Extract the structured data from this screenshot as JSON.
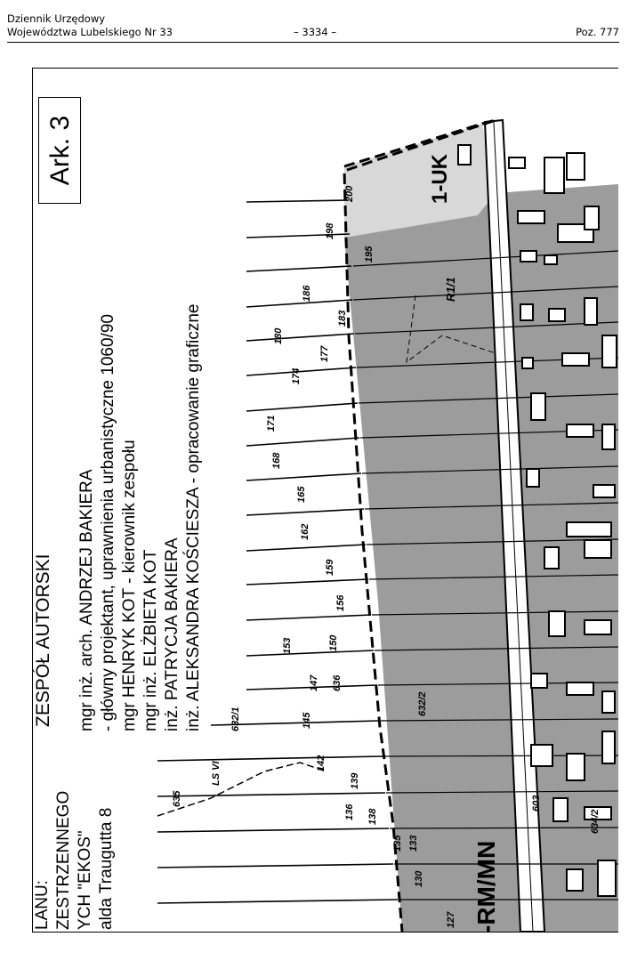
{
  "header": {
    "line1": "Dziennik Urzędowy",
    "line2": "Województwa Lubelskiego Nr 33",
    "page": "– 3334 –",
    "position": "Poz. 777"
  },
  "sheet_label": "Ark. 3",
  "authors": {
    "title": "ZESPÓŁ AUTORSKI",
    "lines": [
      "mgr inż. arch. ANDRZEJ BAKIERA",
      "- główny projektant, uprawnienia urbanistyczne 1060/90",
      "mgr HENRYK KOT - kierownik zespołu",
      "mgr inż. ELŻBIETA KOT",
      "inż. PATRYCJA BAKIERA",
      "inż. ALEKSANDRA KOŚCIESZA - opracowanie graficzne"
    ]
  },
  "plan_title_partial": [
    "LANU:",
    "ZESTRZENNEGO",
    "YCH \"EKOS\"",
    "alda Traugutta 8"
  ],
  "zones": {
    "uk": "1-UK",
    "rmmn": "-RM/MN",
    "r1": "R1/1"
  },
  "plot_numbers": [
    "200",
    "198",
    "195",
    "186",
    "183",
    "180",
    "177",
    "174",
    "171",
    "168",
    "165",
    "162",
    "159",
    "156",
    "153",
    "150",
    "147",
    "145",
    "142",
    "139",
    "138",
    "136",
    "135",
    "133",
    "130",
    "127",
    "632/1",
    "632/2",
    "635",
    "636",
    "LS VI",
    "603",
    "634/2"
  ],
  "colors": {
    "zone_dark": "#9c9c9c",
    "zone_light": "#d8d8d8",
    "ink": "#000000"
  }
}
